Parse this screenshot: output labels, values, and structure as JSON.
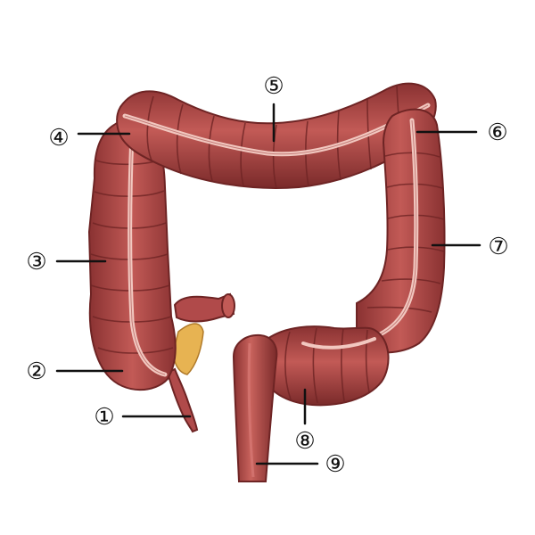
{
  "diagram": {
    "callouts": [
      {
        "id": "appendix",
        "label": "①"
      },
      {
        "id": "cecum",
        "label": "②"
      },
      {
        "id": "ascending-colon",
        "label": "③"
      },
      {
        "id": "hepatic-flexure",
        "label": "④"
      },
      {
        "id": "transverse-colon",
        "label": "⑤"
      },
      {
        "id": "splenic-flexure",
        "label": "⑥"
      },
      {
        "id": "descending-colon",
        "label": "⑦"
      },
      {
        "id": "sigmoid-colon",
        "label": "⑧"
      },
      {
        "id": "rectum",
        "label": "⑨"
      }
    ],
    "colors": {
      "colon_fill": "#b04a4a",
      "colon_dark": "#6e2424",
      "colon_highlight": "#d87a76",
      "taenia": "#f2c8c0",
      "fat": "#e7b352",
      "leader_line": "#111111"
    }
  }
}
